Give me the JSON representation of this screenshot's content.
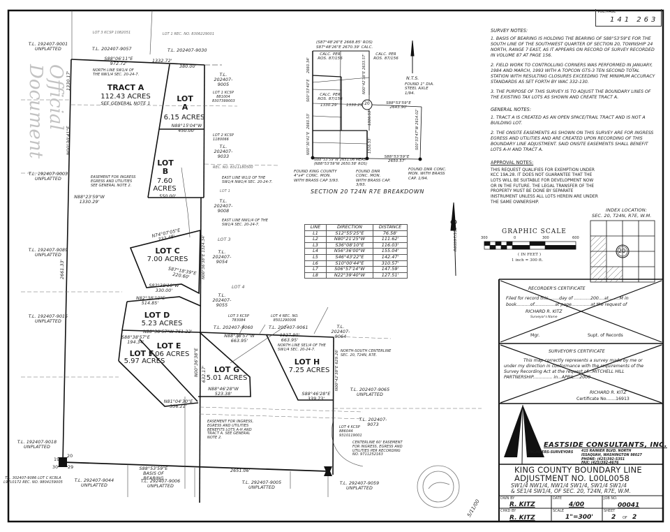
{
  "watermark": "Official Document",
  "vol_page": {
    "label": "VOL./PAGE",
    "value": "141 263"
  },
  "survey_notes": {
    "heading": "SURVEY NOTES:",
    "items": [
      "1. BASIS OF BEARING IS HOLDING THE BEARING OF S88°53'59\"E FOR THE SOUTH LINE OF THE SOUTHWEST QUARTER OF SECTION 20, TOWNSHIP 24 NORTH, RANGE 7 EAST, AS IT APPEARS ON RECORD OF SURVEY RECORDED IN VOLUME 87 AT PAGE 156.",
      "2. FIELD WORK TO CONTROLLING CORNERS WAS PERFORMED IN JANUARY, 1984 AND MARCH, 1993 WITH A TOPCON GTS-3 TEN SECOND TOTAL STATION WITH RESULTING CLOSURES EXCEEDING THE MINIMUM ACCURACY STANDARDS AS SET FORTH BY WAC 332-130.",
      "3. THE PURPOSE OF THIS SURVEY IS TO ADJUST THE BOUNDARY LINES OF THE EXISTING TAX LOTS AS SHOWN AND CREATE TRACT A."
    ]
  },
  "general_notes": {
    "heading": "GENERAL NOTES:",
    "items": [
      "1. TRACT A IS CREATED AS AN OPEN SPACE/TRAIL TRACT AND IS NOT A BUILDING LOT.",
      "2. THE ONSITE EASEMENTS AS SHOWN ON THIS SURVEY ARE FOR INGRESS EGRESS AND UTILITIES AND ARE CREATED UPON RECORDING OF THIS BOUNDARY LINE ADJUSTMENT. SAID ONSITE EASEMENTS SHALL BENEFIT LOTS A-H AND TRACT A."
    ]
  },
  "approval_notes": {
    "heading": "APPROVAL NOTES:",
    "text": "THIS REQUEST QUALIFIES FOR EXEMPTION UNDER KCC 19A.28. IT DOES NOT GUARANTEE THAT THE LOTS WILL BE SUITABLE FOR DEVELOPMENT NOW OR IN THE FUTURE. THE LEGAL TRANSFER OF THE PROPERTY MUST BE DONE BY SEPARATE INSTRUMENT UNLESS ALL LOTS HEREIN ARE UNDER THE SAME OWNERSHIP."
  },
  "index_location": {
    "title": "INDEX LOCATION:",
    "subtitle": "SEC. 20, T24N, R7E, W.M.",
    "section": "20"
  },
  "graphic_scale": {
    "title": "GRAPHIC SCALE",
    "ticks": [
      "300",
      "0",
      "300",
      "600"
    ],
    "units": "( IN FEET )",
    "ratio": "1 inch = 300 ft."
  },
  "line_table": {
    "headers": [
      "LINE",
      "DIRECTION",
      "DISTANCE"
    ],
    "rows": [
      [
        "L1",
        "S12°55'25\"E",
        "76.58'"
      ],
      [
        "L2",
        "N80°21'25\"W",
        "111.62'"
      ],
      [
        "L3",
        "S36°08'10\"E",
        "116.03'"
      ],
      [
        "L4",
        "N56°36'00\"W",
        "155.04'"
      ],
      [
        "L5",
        "S46°43'22\"E",
        "142.47'"
      ],
      [
        "L6",
        "S10°00'44\"E",
        "310.57'"
      ],
      [
        "L7",
        "S06°57'14\"W",
        "147.59'"
      ],
      [
        "L8",
        "N22°39'40\"W",
        "127.51'"
      ]
    ]
  },
  "north_arrow_text": "R0SS97/106",
  "breakdown": {
    "title": "SECTION 20 T24N R7E BREAKDOWN",
    "nts": "N.T.S.",
    "section": "20",
    "labels": [
      "(S87°48'26\"E 2668.85' ROS)",
      "S87°48'26\"E 2670.39' CALC.",
      "CALC. PER ROS. 87/156",
      "CALC. PER ROS. 87/156",
      "CALC. PER ROS. 87/156",
      "1330.29'",
      "1330.29'",
      "S88°53'59\"E 2643.90'",
      "FOUND 1\" DIA. STEEL AXLE 1/94.",
      "N88°53'59\"W 2651.06'MEAS. (N88°53'59\"W 2650.58' ROS)",
      "S88°53'59\"E 2650.57'",
      "FOUND KING COUNTY 4\"x4\" CONC. MON. WITH BRASS CAP 3/93.",
      "FOUND DNR CONC. MON. WITH BRASS CAP. 3/93.",
      "FOUND DNR CONC. MON. WITH BRASS CAP. 1/94.",
      "2660.34'",
      "S00°33'40\"E",
      "2660.53'",
      "N00°30'41\"E",
      "N00°42'38\"E 2633.57'",
      "1316.53'",
      "1316.53'",
      "S00°33'47\"W 2614.02'"
    ]
  },
  "lots": [
    {
      "name": "TRACT A",
      "area": "112.43 ACRES",
      "note": "SEE GENERAL NOTE 1"
    },
    {
      "name": "LOT A",
      "area": "6.15 ACRES"
    },
    {
      "name": "LOT B",
      "area": "7.60 ACRES"
    },
    {
      "name": "LOT C",
      "area": "7.00 ACRES"
    },
    {
      "name": "LOT D",
      "area": "5.23 ACRES"
    },
    {
      "name": "LOT E",
      "area": "5.06 ACRES"
    },
    {
      "name": "LOT F",
      "area": "5.97 ACRES"
    },
    {
      "name": "LOT G",
      "area": "5.01 ACRES"
    },
    {
      "name": "LOT H",
      "area": "7.25 ACRES"
    }
  ],
  "map_labels": [
    "T.L. 192407-9001 UNPLATTED",
    "LOT 3 KCSP 1082051",
    "T.L. 202407-9057",
    "LOT 1 REC. NO. 8306229001",
    "T.L. 202407-9030",
    "S88°06'11\"E 972.72'",
    "1332.72'",
    "380.00'",
    "NORTH LINE SW1/4 OF THE NW1/4 SEC. 20-24-7.",
    "T.L. 202407-9005",
    "LOT 1 KCSP 881004 8307399003",
    "N88°15'04\"W 450.00'",
    "LOT 2 KCSP 1180066",
    "T.L. 202407-9033",
    "REC. NO. 8311180500",
    "EAST LINE W1/2 OF THE SW1/4 NW1/4 SEC. 20-24-7.",
    "LOT 1",
    "T.L. 202407-9008",
    "EAST LINE NW1/4 OF THE SW1/4 SEC. 20-24-7.",
    "T.L. 192407-9003 UNPLATTED",
    "EASEMENT FOR INGRESS EGRESS AND UTILITIES SEE GENERAL NOTE 2.",
    "N88°23'59\"W 1330.29'",
    "550.00'",
    "T.L. 192407-9089 UNPLATTED",
    "N74°07'05\"E 732.48'",
    "S87°18'39\"E 220.60'",
    "S82°38'10\"W 330.00'",
    "LOT 3",
    "T.L. 202407-9054",
    "LOT 4",
    "T.L. 202407-9055",
    "N82°38'10\"E 514.85'",
    "N88°38'57\"W 761.22'",
    "S88°38'57\"E 194.34'",
    "T.L. 192407-9015 UNPLATTED",
    "LOT 3 KCSP 783084",
    "T.L. 202407-9060",
    "LOT 4 REC. NO. 8501290006",
    "T.L. 202407-9061",
    "T.L. 202407-9064",
    "N88°38'57\"W 663.95'",
    "1327.90' 663.95'",
    "NORTH LINE SE1/4 OF THE SW1/4 SEC. 20-24-7.",
    "NORTH-SOUTH CENTERLINE SEC. 20, T24N, R7E.",
    "N88°46'28\"W 523.38'",
    "S88°46'28\"E 339.73'",
    "N81°04'30\"E 336.21'",
    "T.L. 202407-9065 UNPLATTED",
    "T.L. 202407-9073",
    "EASEMENT FOR INGRESS, EGRESS AND UTILITIES BENEFITS LOTS A-H AND TRACT A. SEE GENERAL NOTE 2.",
    "LOT 4 KCSP 886044 9310119001",
    "CENTERLINE 60' EASEMENT FOR INGRESS, EGRESS AND UTILITIES PER RECORDING NO. 9711252163",
    "T.L. 192407-9018 UNPLATTED",
    "S88°53'59\"E BASIS OF BEARING",
    "2651.06'",
    "T.L. 302407-9086 LOT C KCBLA L97L0172 REC. NO. 9804159005",
    "T.L. 292407-9044 UNPLATTED",
    "T.L. 292407-9006 UNPLATTED",
    "T.L. 292407-9005 UNPLATTED",
    "T.L. 292407-9059 UNPLATTED",
    "1330.17'",
    "N00°30'41\"E",
    "2661.33'",
    "N00°36'38\"E 1324.34'",
    "N00°36'38\"E",
    "632.17'",
    "N00°42'38\"E 629.26'"
  ],
  "section_corner_numbers": [
    "19",
    "20",
    "30",
    "29"
  ],
  "recorders_certificate": {
    "title": "RECORDER'S CERTIFICATE",
    "line1": "Filed for record this........day of ............200....at........M in",
    "line2": "book..........of...............at page..............at the request of",
    "surveyor": "RICHARD R. KITZ",
    "surveyor_caption": "Surveyor's Name",
    "mgr": "Mgr.",
    "supt": "Supt. of Records"
  },
  "surveyors_certificate": {
    "title": "SURVEYOR'S CERTIFICATE",
    "body": "This map correctly represents a survey made by me or under my direction in conformance with the requirements of the Survey Recording Act at the request of...MITCHELL HILL PARTNERSHIP.............. in...APRIL....2000",
    "signature": "RICHARD R. KITZ",
    "cert_no": "Certificate No.......16913"
  },
  "firm": {
    "name": "EASTSIDE CONSULTANTS, INC.",
    "tagline": "ENGINEERS-SURVEYORS",
    "address": [
      "415 RAINIER BLVD. NORTH",
      "ISSAQUAH, WASHINGTON 98027",
      "PHONE: (425)392-5351",
      "FAX:     (425)392-4676"
    ]
  },
  "title_block": {
    "title_line1": "KING COUNTY BOUNDARY LINE",
    "title_line2": "ADJUSTMENT NO. L00L0058",
    "desc1": "SW1/4 NW1/4, NW1/4 SW1/4, SW1/4 SW1/4",
    "desc2": "& SE1/4 SW1/4, OF SEC. 20, T24N, R7E, W.M.",
    "drawn_by_label": "DWN BY",
    "drawn_by": "R. KITZ",
    "date_label": "DATE",
    "date": "4/00",
    "job_label": "JOB NO.",
    "job": "00041",
    "checked_by_label": "CHKD BY",
    "checked_by": "R. KITZ",
    "scale_label": "SCALE",
    "scale": "1\"=300'",
    "sheet_label": "SHEET",
    "sheet": "2",
    "sheet_of": "OF",
    "sheet_total": "2"
  },
  "stamp_date": "5/11/00"
}
